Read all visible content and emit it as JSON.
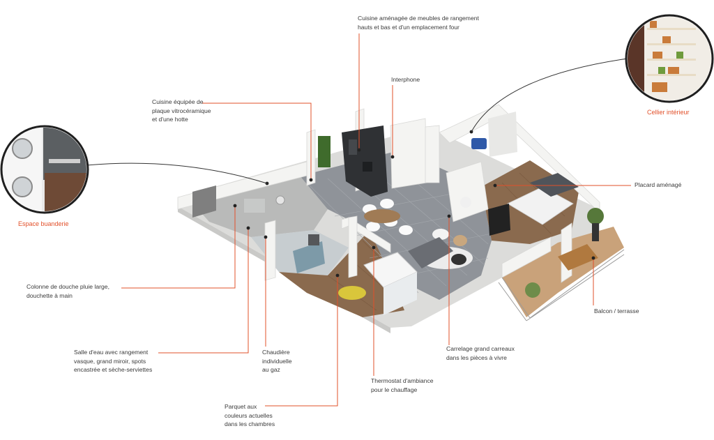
{
  "colors": {
    "leader": "#e2502a",
    "accent_text": "#e2502a",
    "curve": "#333333",
    "floor_tile": "#8f9399",
    "parquet": "#8a6a4e",
    "wall": "#f2f2f0"
  },
  "labels": {
    "cuisine_meubles": "Cuisine aménagée de meubles de rangement\nhauts et bas et d'un emplacement four",
    "interphone": "Interphone",
    "cuisine_plaque": "Cuisine équipée de\nplaque vitrocéramique\net d'une hotte",
    "cellier": "Cellier intérieur",
    "buanderie": "Espace buanderie",
    "placard": "Placard aménagé",
    "douche": "Colonne de douche pluie large,\ndouchette à main",
    "salle_eau": "Salle d'eau avec rangement\nvasque, grand miroir, spots\nencastrée et sèche-serviettes",
    "chaudiere": "Chaudière\nindividuelle\nau gaz",
    "thermostat": "Thermostat d'ambiance\npour le chauffage",
    "carrelage": "Carrelage grand carreaux\ndans les pièces à vivre",
    "balcon": "Balcon / terrasse",
    "parquet": "Parquet aux\ncouleurs actuelles\ndans les chambres"
  },
  "icons": {
    "laundry": "washer-dryer-icon",
    "pantry": "pantry-shelves-icon"
  }
}
